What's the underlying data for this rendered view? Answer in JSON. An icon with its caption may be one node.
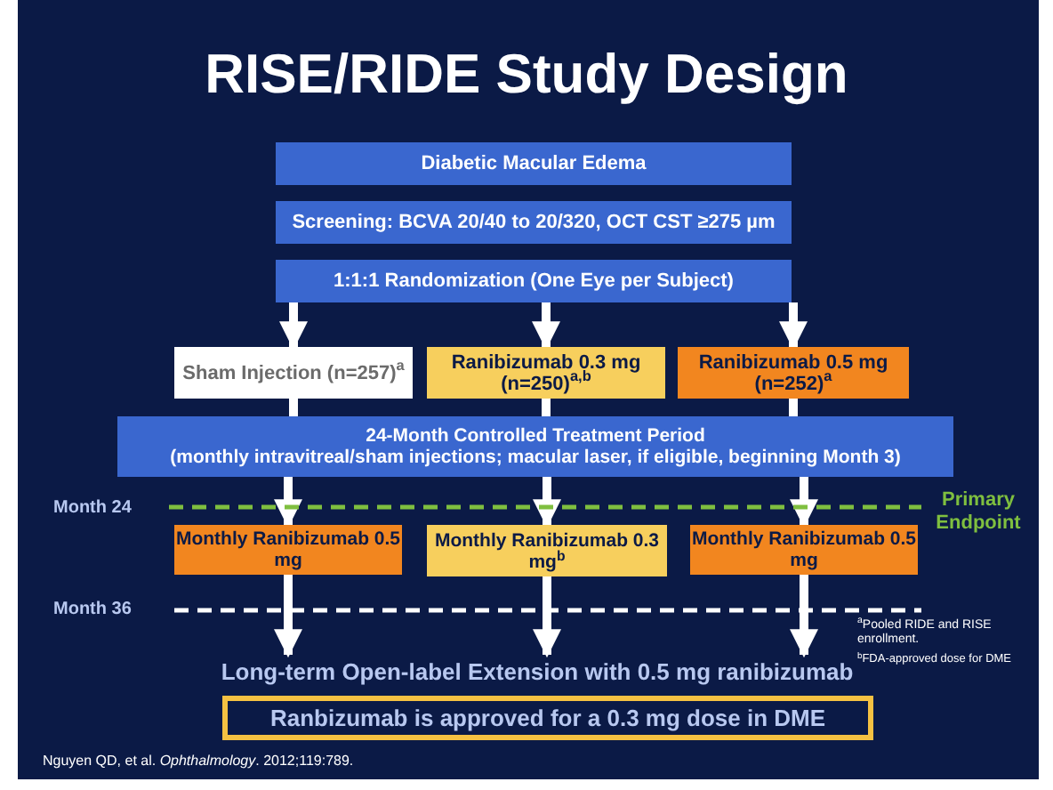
{
  "diagram": {
    "title": "RISE/RIDE Study Design",
    "nodes": [
      {
        "text": [
          "Diabetic Macular Edema"
        ]
      },
      {
        "text": [
          "Screening: BCVA 20/40 to 20/320, OCT CST ≥275 µm"
        ]
      },
      {
        "text": [
          "1:1:1 Randomization (One Eye per Subject)"
        ]
      },
      {
        "text": [
          "Sham Injection (n=257)$^{a}$"
        ]
      },
      {
        "text": [
          "Ranibizumab 0.3 mg (n=250)$^{a,b}$"
        ]
      },
      {
        "text": [
          "Ranibizumab 0.5 mg (n=252)$^{a}$"
        ]
      },
      {
        "text": [
          "24-Month Controlled Treatment Period",
          "(monthly intravitreal/sham injections; macular laser, if eligible, beginning Month 3)"
        ]
      },
      {
        "text": [
          "Monthly Ranibizumab 0.5 mg"
        ]
      },
      {
        "text": [
          "Monthly Ranibizumab 0.3 mg$^{b}$"
        ]
      },
      {
        "text": [
          "Monthly Ranibizumab 0.5 mg"
        ]
      },
      {
        "text": [
          "Long-term Open-label Extension with 0.5 mg ranibizumab"
        ]
      },
      {
        "text": [
          "Ranbizumab is approved for a 0.3 mg dose in DME"
        ]
      }
    ],
    "edges": [
      {
        "from": 2,
        "to": 3,
        "arrow": "to"
      },
      {
        "from": 2,
        "to": 4,
        "arrow": "to"
      },
      {
        "from": 2,
        "to": 5,
        "arrow": "to"
      },
      {
        "from": 3,
        "to": 6,
        "arrow": "none"
      },
      {
        "from": 4,
        "to": 6,
        "arrow": "none"
      },
      {
        "from": 5,
        "to": 6,
        "arrow": "none"
      },
      {
        "from": 6,
        "to": 7,
        "arrow": "to"
      },
      {
        "from": 6,
        "to": 8,
        "arrow": "to"
      },
      {
        "from": 6,
        "to": 9,
        "arrow": "to"
      },
      {
        "from": 7,
        "to": 10,
        "arrow": "to"
      },
      {
        "from": 8,
        "to": 10,
        "arrow": "to"
      },
      {
        "from": 9,
        "to": 10,
        "arrow": "to"
      }
    ],
    "labels": [
      "Month 24",
      "Primary Endpoint",
      "Month 36",
      "$^{a}$Pooled RIDE and RISE enrollment.",
      "$^{b}$FDA-approved dose for DME",
      "Nguyen QD, et al. *Ophthalmology*. 2012;119:789."
    ]
  }
}
